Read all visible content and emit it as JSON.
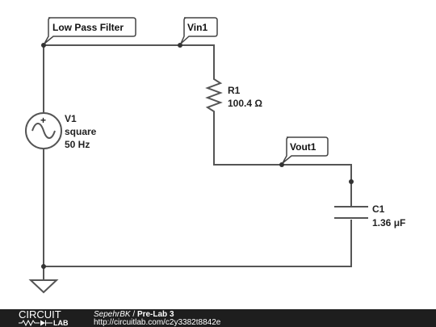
{
  "net_labels": {
    "top_left": "Low Pass Filter",
    "vin": "Vin1",
    "vout": "Vout1"
  },
  "components": {
    "v1": {
      "name": "V1",
      "type": "square",
      "freq": "50 Hz"
    },
    "r1": {
      "name": "R1",
      "value": "100.4 Ω"
    },
    "c1": {
      "name": "C1",
      "value": "1.36 μF"
    }
  },
  "footer": {
    "logo_top": "CIRCUIT",
    "logo_bottom": "LAB",
    "author": "SepehrBK",
    "separator": " / ",
    "title": "Pre-Lab 3",
    "url": "http://circuitlab.com/c2y3382t8842e"
  },
  "colors": {
    "wire": "#555555",
    "footer_bg": "#1e1e1e"
  }
}
